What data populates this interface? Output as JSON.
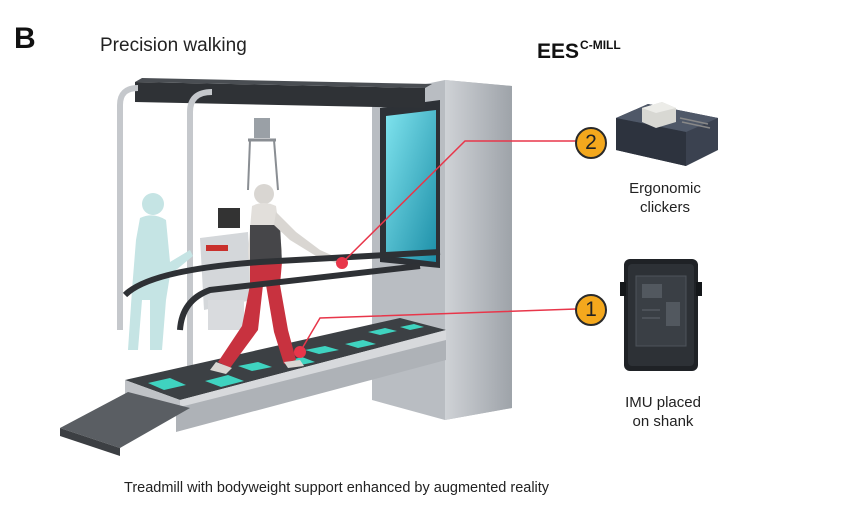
{
  "panel": {
    "letter": "B",
    "title": "Precision walking",
    "caption": "Treadmill with bodyweight support enhanced by augmented reality"
  },
  "ees": {
    "main": "EES",
    "superscript": "C-MILL"
  },
  "callouts": [
    {
      "number": "2",
      "label_line1": "Ergonomic",
      "label_line2": "clickers"
    },
    {
      "number": "1",
      "label_line1": "IMU placed",
      "label_line2": "on shank"
    }
  ],
  "colors": {
    "badge": "#f4a81d",
    "leader_line": "#e8364a",
    "projection_tiles": "#3fd3c0",
    "screen": "#3cc3d8",
    "suit": "#c8323f"
  }
}
